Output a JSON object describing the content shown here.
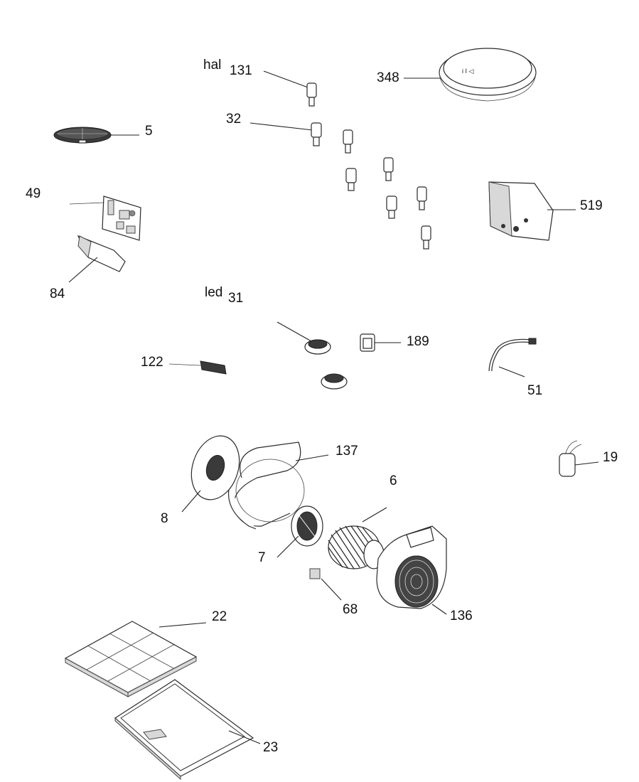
{
  "labels": {
    "p131_prefix": "hal",
    "p131": "131",
    "p348": "348",
    "p32": "32",
    "p5": "5",
    "p49": "49",
    "p519": "519",
    "p84": "84",
    "p31_prefix": "led",
    "p31": "31",
    "p189": "189",
    "p122": "122",
    "p51": "51",
    "p137": "137",
    "p19": "19",
    "p6": "6",
    "p8": "8",
    "p7": "7",
    "p68": "68",
    "p136": "136",
    "p22": "22",
    "p23": "23"
  },
  "icons": [
    "halogen-bulb-icon",
    "led-lamp-icon",
    "trim-ring-icon",
    "grease-filter-icon",
    "pcb-icon",
    "bracket-icon",
    "switch-icon",
    "cable-icon",
    "capacitor-icon",
    "motor-icon",
    "impeller-icon",
    "fan-housing-icon",
    "charcoal-filter-icon",
    "frame-filter-icon"
  ]
}
